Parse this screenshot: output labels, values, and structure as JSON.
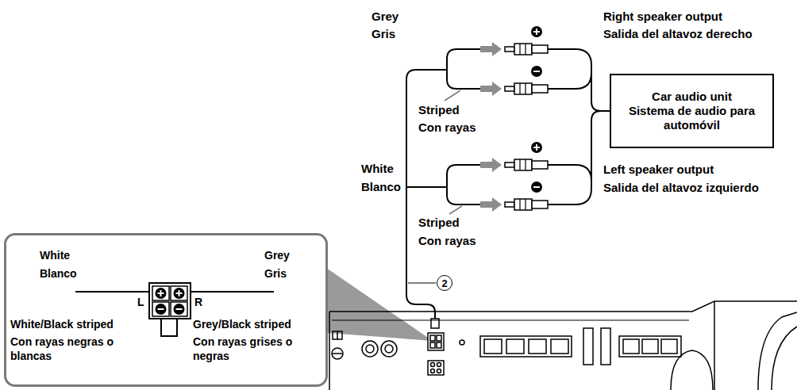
{
  "diagram": {
    "nodes": [
      {
        "text": [
          "Car audio unit",
          "Sistema de audio para automóvil"
        ]
      },
      {
        "text": [
          "White",
          "Blanco",
          "Grey",
          "Gris",
          "L",
          "R",
          "White/Black striped",
          "Con rayas negras o blancas",
          "Grey/Black striped",
          "Con rayas grises o negras"
        ]
      },
      {
        "text": [
          "2"
        ]
      }
    ],
    "labels": [
      "Grey",
      "Gris",
      "Right speaker output",
      "Salida del altavoz derecho",
      "Striped",
      "Con rayas",
      "White",
      "Blanco",
      "Left speaker output",
      "Salida del altavoz izquierdo",
      "Striped",
      "Con rayas"
    ]
  }
}
